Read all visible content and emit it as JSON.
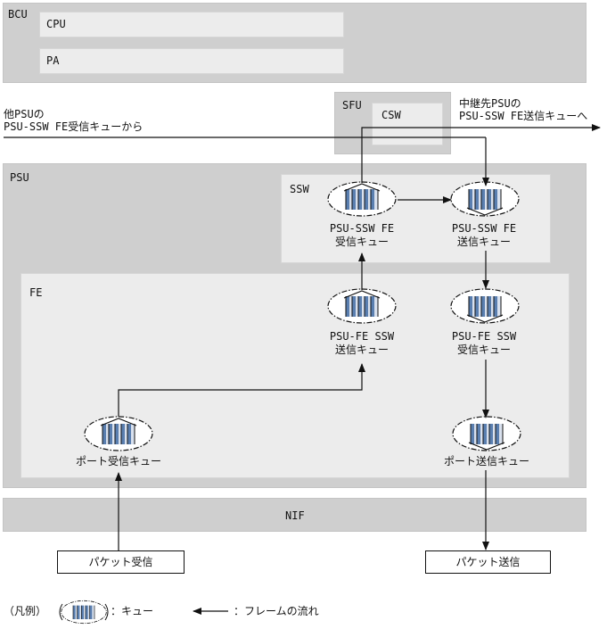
{
  "bcu": {
    "label": "BCU",
    "cpu": "CPU",
    "pa": "PA"
  },
  "sfu": {
    "label": "SFU",
    "csw": "CSW"
  },
  "psu": {
    "label": "PSU",
    "ssw": "SSW",
    "fe": "FE"
  },
  "nif": {
    "label": "NIF"
  },
  "external": {
    "from_other": "他PSUの\nPSU-SSW FE受信キューから",
    "to_relay": "中継先PSUの\nPSU-SSW FE送信キューへ"
  },
  "queues": {
    "ssw_recv": "PSU-SSW FE\n受信キュー",
    "ssw_send": "PSU-SSW FE\n送信キュー",
    "fe_ssw_send": "PSU-FE SSW\n送信キュー",
    "fe_ssw_recv": "PSU-FE SSW\n受信キュー",
    "port_recv": "ポート受信キュー",
    "port_send": "ポート送信キュー"
  },
  "io": {
    "recv": "パケット受信",
    "send": "パケット送信"
  },
  "legend": {
    "prefix": "（凡例）",
    "queue": "：キュー",
    "flow": "：フレームの流れ"
  }
}
